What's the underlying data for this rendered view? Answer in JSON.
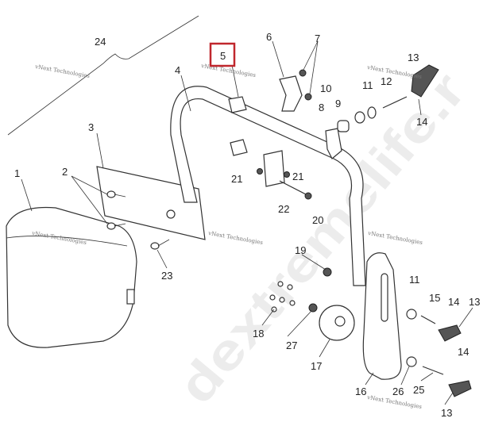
{
  "diagram": {
    "highlight_color": "#c0272d",
    "highlighted_callout": "5",
    "callouts": {
      "c24": "24",
      "c5": "5",
      "c6": "6",
      "c7": "7",
      "c4": "4",
      "c13a": "13",
      "c10": "10",
      "c11a": "11",
      "c12": "12",
      "c8": "8",
      "c9": "9",
      "c14a": "14",
      "c3": "3",
      "c2": "2",
      "c1": "1",
      "c21a": "21",
      "c21b": "21",
      "c22": "22",
      "c20": "20",
      "c23": "23",
      "c19": "19",
      "c11b": "11",
      "c15": "15",
      "c14b": "14",
      "c13b": "13",
      "c18": "18",
      "c27": "27",
      "c17": "17",
      "c14c": "14",
      "c16": "16",
      "c26": "26",
      "c25": "25",
      "c13c": "13"
    },
    "watermark_small": "vNext Technologies",
    "watermark_large": "dextremelife.r"
  }
}
